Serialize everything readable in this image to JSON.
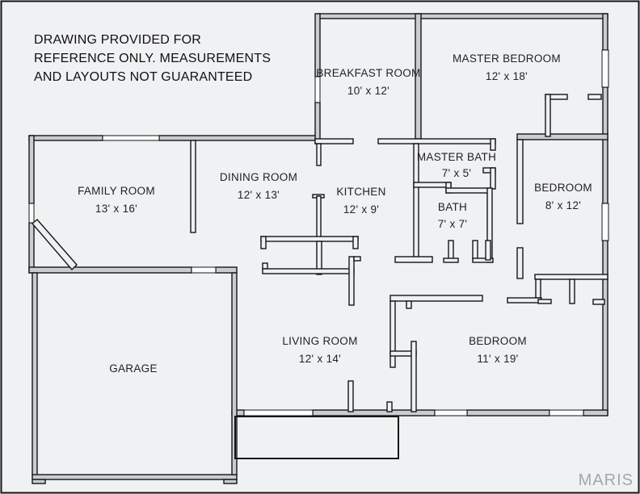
{
  "disclaimer": {
    "line1": "DRAWING PROVIDED FOR",
    "line2": "REFERENCE ONLY.  MEASUREMENTS",
    "line3": "AND LAYOUTS NOT GUARANTEED"
  },
  "watermark": "MARIS",
  "rooms": [
    {
      "id": "breakfast-room",
      "name": "BREAKFAST ROOM",
      "dims": "10' x 12'"
    },
    {
      "id": "master-bedroom",
      "name": "MASTER BEDROOM",
      "dims": "12' x 18'"
    },
    {
      "id": "family-room",
      "name": "FAMILY ROOM",
      "dims": "13' x 16'"
    },
    {
      "id": "dining-room",
      "name": "DINING ROOM",
      "dims": "12' x 13'"
    },
    {
      "id": "kitchen",
      "name": "KITCHEN",
      "dims": "12' x 9'"
    },
    {
      "id": "master-bath",
      "name": "MASTER BATH",
      "dims": "7' x 5'"
    },
    {
      "id": "bath",
      "name": "BATH",
      "dims": "7' x 7'"
    },
    {
      "id": "bedroom-right",
      "name": "BEDROOM",
      "dims": "8' x 12'"
    },
    {
      "id": "living-room",
      "name": "LIVING ROOM",
      "dims": "12' x 14'"
    },
    {
      "id": "bedroom-lower",
      "name": "BEDROOM",
      "dims": "11' x 19'"
    },
    {
      "id": "garage",
      "name": "GARAGE"
    }
  ],
  "colors": {
    "background": "#f0f1f3",
    "wall_fill": "#c9cdd0",
    "partition_fill": "#eef0f2",
    "line": "#161616",
    "label_text": "#222222",
    "watermark_text": "#a3a7ab"
  }
}
